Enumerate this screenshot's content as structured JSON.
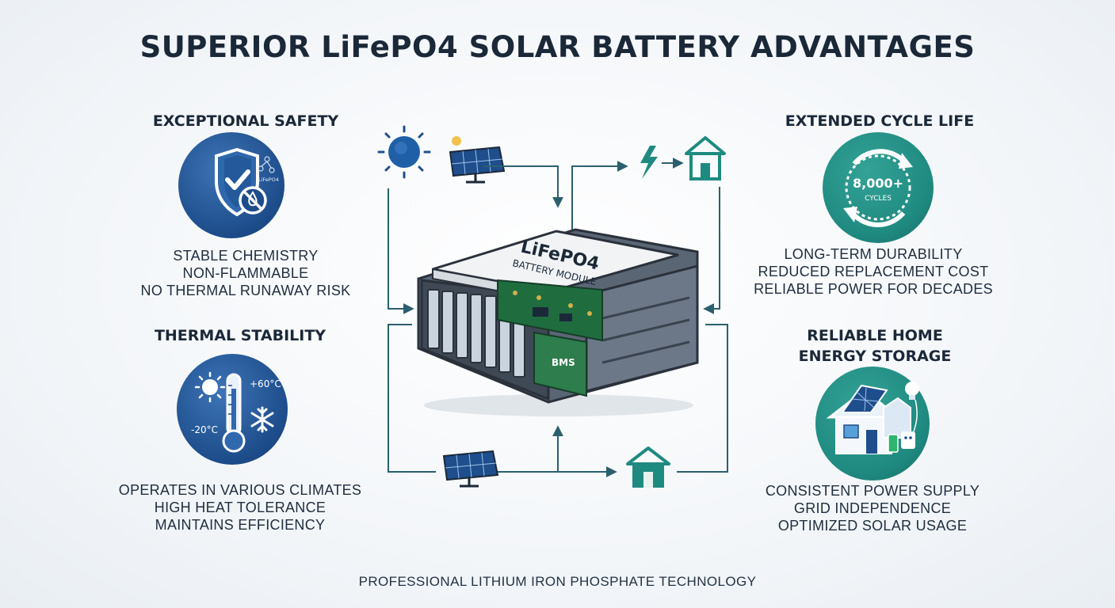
{
  "title": "SUPERIOR LiFePO4 SOLAR BATTERY ADVANTAGES",
  "features": {
    "safety": {
      "heading": "EXCEPTIONAL SAFETY",
      "icon_label": "LiFePO4",
      "lines": [
        "STABLE CHEMISTRY",
        "NON-FLAMMABLE",
        "NO THERMAL RUNAWAY RISK"
      ]
    },
    "thermal": {
      "heading": "THERMAL STABILITY",
      "temp_high": "+60°C",
      "temp_low": "-20°C",
      "lines": [
        "OPERATES IN VARIOUS CLIMATES",
        "HIGH HEAT TOLERANCE",
        "MAINTAINS EFFICIENCY"
      ]
    },
    "cycle": {
      "heading": "EXTENDED CYCLE LIFE",
      "cycle_count": "8,000+",
      "cycle_unit": "CYCLES",
      "lines": [
        "LONG-TERM DURABILITY",
        "REDUCED REPLACEMENT COST",
        "RELIABLE POWER FOR DECADES"
      ]
    },
    "storage": {
      "heading_line1": "RELIABLE HOME",
      "heading_line2": "ENERGY STORAGE",
      "lines": [
        "CONSISTENT POWER SUPPLY",
        "GRID INDEPENDENCE",
        "OPTIMIZED SOLAR USAGE"
      ]
    }
  },
  "battery": {
    "label_line1": "LiFePO4",
    "label_line2": "BATTERY MODULE",
    "bms_label": "BMS"
  },
  "footer": "PROFESSIONAL LITHIUM IRON PHOSPHATE TECHNOLOGY",
  "colors": {
    "navy": "#1f4e8c",
    "teal": "#1f8a80",
    "dark": "#1b2838",
    "line": "#2b5f6e"
  }
}
